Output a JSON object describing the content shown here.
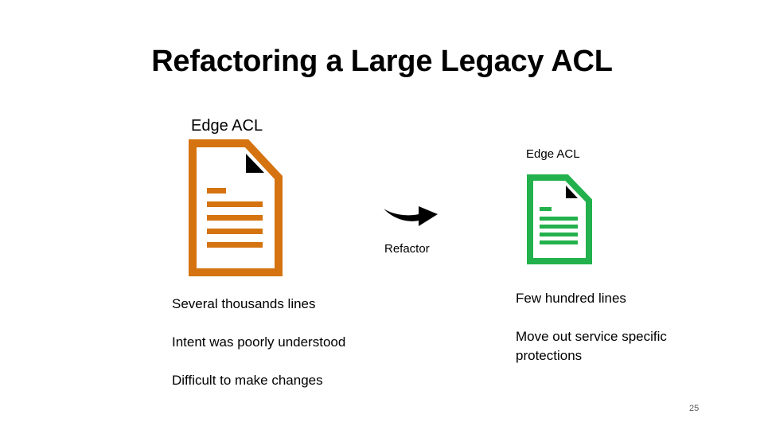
{
  "slide": {
    "title": "Refactoring a Large Legacy ACL",
    "page_number": "25"
  },
  "left": {
    "label": "Edge ACL",
    "icon": "document-icon",
    "color": "#d4730f",
    "bullets": [
      "Several thousands lines",
      "Intent was poorly understood",
      "Difficult to make changes"
    ]
  },
  "right": {
    "label": "Edge ACL",
    "icon": "document-icon",
    "color": "#22b14c",
    "bullets": [
      "Few hundred lines",
      "Move out service specific protections"
    ]
  },
  "arrow": {
    "label": "Refactor",
    "icon": "arrow-right-icon"
  }
}
